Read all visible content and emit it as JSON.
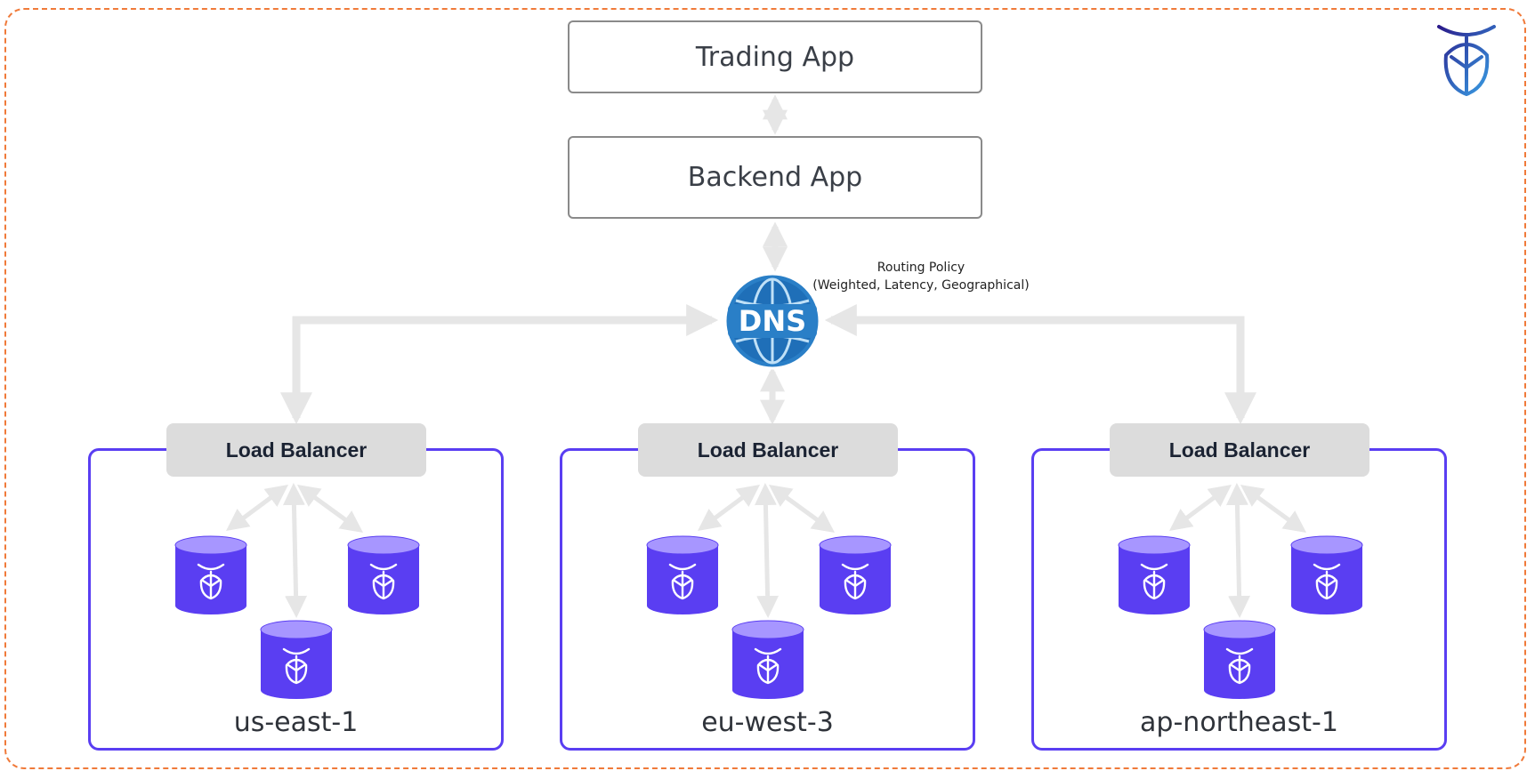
{
  "apps": {
    "trading_app": "Trading App",
    "backend_app": "Backend App"
  },
  "dns": {
    "label": "DNS",
    "routing_policy_title": "Routing Policy",
    "routing_policy_options": "(Weighted, Latency, Geographical)"
  },
  "regions": [
    {
      "name": "us-east-1",
      "load_balancer": "Load Balancer"
    },
    {
      "name": "eu-west-3",
      "load_balancer": "Load Balancer"
    },
    {
      "name": "ap-northeast-1",
      "load_balancer": "Load Balancer"
    }
  ],
  "colors": {
    "frame_border": "#f07a3a",
    "region_border": "#5a3ef2",
    "database": "#5a3ef2",
    "database_top": "#a796ff",
    "arrow": "#e6e6e6",
    "dns_blue": "#2a7fc7",
    "load_balancer_bg": "#dcdcdc"
  },
  "icons": {
    "brand_logo": "cockroach-logo-icon",
    "database": "database-cylinder-icon",
    "dns": "dns-globe-icon"
  }
}
